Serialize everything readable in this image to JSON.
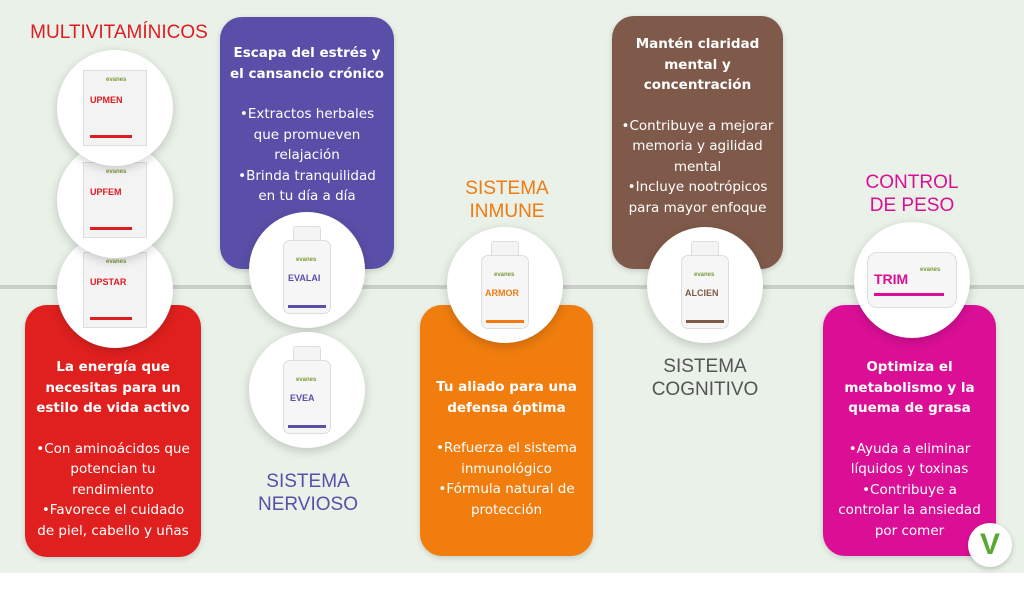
{
  "sections": {
    "multivitaminicos": {
      "title": "MULTIVITAMÍNICOS",
      "color": "#e01b22",
      "products": [
        "UPMEN",
        "UPFEM",
        "UPSTAR"
      ],
      "heading": "La energía que necesitas para un estilo de vida activo",
      "bullets": [
        "•Con aminoácidos que potencian tu rendimiento",
        "•Favorece el cuidado de piel, cabello y uñas"
      ]
    },
    "nervioso": {
      "title_lines": [
        "SISTEMA",
        "NERVIOSO"
      ],
      "color": "#5a4fa8",
      "products": [
        "EVALAI",
        "EVEA"
      ],
      "heading": "Escapa del estrés y el cansancio crónico",
      "bullets": [
        "•Extractos herbales que promueven relajación",
        "•Brinda tranquilidad en tu día a día"
      ]
    },
    "inmune": {
      "title_lines": [
        "SISTEMA",
        "INMUNE"
      ],
      "color": "#f07a10",
      "products": [
        "ARMOR"
      ],
      "heading": "Tu aliado para una defensa óptima",
      "bullets": [
        "•Refuerza el sistema inmunológico",
        "•Fórmula natural de protección"
      ]
    },
    "cognitivo": {
      "title_lines": [
        "SISTEMA",
        "COGNITIVO"
      ],
      "color": "#7f5a4a",
      "products": [
        "ALCIEN"
      ],
      "heading": "Mantén claridad mental y concentración",
      "bullets": [
        "•Contribuye a mejorar memoria y agilidad mental",
        "•Incluye nootrópicos para mayor enfoque"
      ]
    },
    "peso": {
      "title_lines": [
        "CONTROL",
        "DE PESO"
      ],
      "color": "#db0f96",
      "products": [
        "TRIM"
      ],
      "heading": "Optimiza el metabolismo y la quema de grasa",
      "bullets": [
        "•Ayuda a eliminar líquidos y toxinas",
        "•Contribuye a controlar la ansiedad por comer"
      ]
    }
  },
  "brand": "evanes",
  "logo": "V"
}
